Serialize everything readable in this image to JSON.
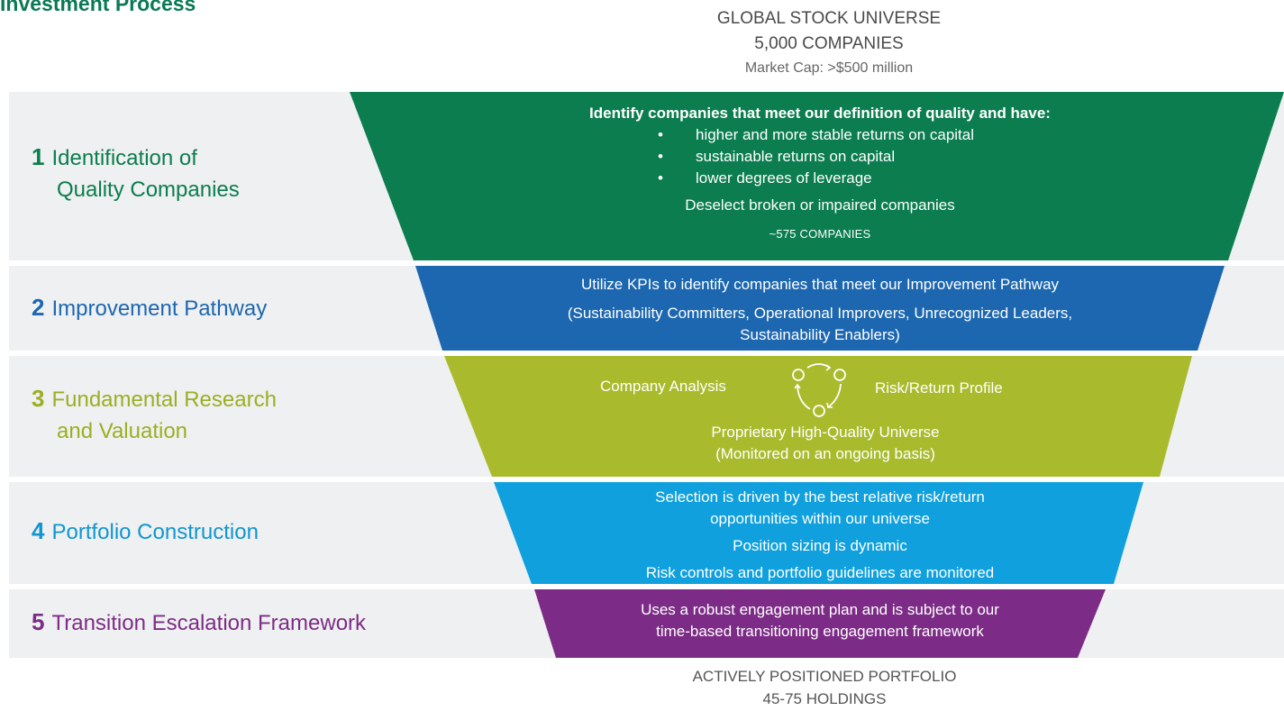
{
  "title": "Investment Process",
  "top": {
    "line1": "GLOBAL STOCK UNIVERSE",
    "line2": "5,000 COMPANIES",
    "line3": "Market Cap: >$500 million"
  },
  "steps": [
    {
      "num": "1",
      "label_line1": "Identification of",
      "label_line2": "Quality Companies",
      "color": "#0b7d4f",
      "lead": "Identify companies that meet our definition of quality and have:",
      "bullets": [
        "higher and more stable returns on capital",
        "sustainable returns on capital",
        "lower degrees of leverage"
      ],
      "subhead": "Deselect broken or impaired companies",
      "count": "~575 COMPANIES"
    },
    {
      "num": "2",
      "label_line1": "Improvement Pathway",
      "color": "#1c67b0",
      "lead": "Utilize KPIs to identify companies that meet our Improvement Pathway",
      "text_line1": "(Sustainability Committers, Operational Improvers, Unrecognized Leaders,",
      "text_line2": "Sustainability Enablers)"
    },
    {
      "num": "3",
      "label_line1": "Fundamental Research",
      "label_line2": "and Valuation",
      "color": "#a9bb2d",
      "left_item": "Company Analysis",
      "right_item": "Risk/Return Profile",
      "bottom_item": "Proprietary High-Quality Universe",
      "bottom_note": "(Monitored on an ongoing basis)"
    },
    {
      "num": "4",
      "label_line1": "Portfolio Construction",
      "color": "#0fa0dd",
      "line1": "Selection is driven by the best relative risk/return",
      "line2": "opportunities within our universe",
      "line3": "Position sizing is dynamic",
      "line4": "Risk controls and portfolio guidelines are monitored"
    },
    {
      "num": "5",
      "label_line1": "Transition Escalation Framework",
      "color": "#7c2c86",
      "line1": "Uses a robust engagement plan and is subject to our",
      "line2": "time-based transitioning engagement framework"
    }
  ],
  "bottom": {
    "line1": "ACTIVELY POSITIONED PORTFOLIO",
    "line2": "45-75 HOLDINGS"
  }
}
